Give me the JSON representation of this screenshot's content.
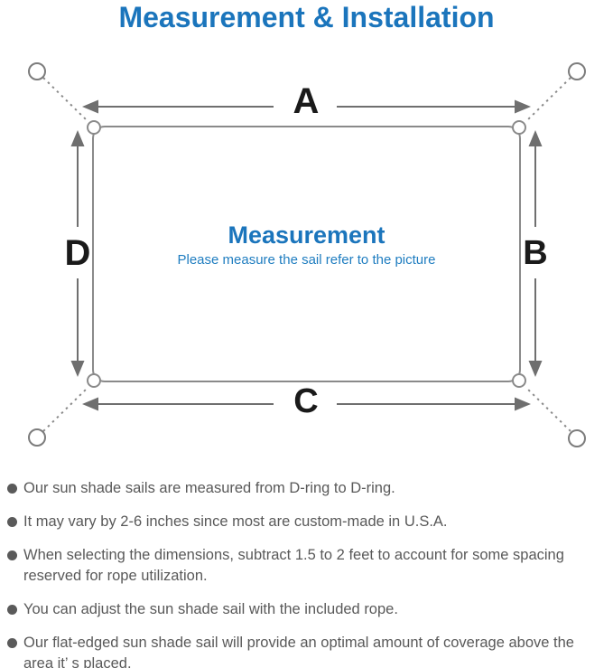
{
  "title": "Measurement & Installation",
  "diagram": {
    "label_top": "A",
    "label_right": "B",
    "label_bottom": "C",
    "label_left": "D",
    "center_title": "Measurement",
    "center_subtitle": "Please measure the sail refer to the picture"
  },
  "colors": {
    "accent_blue": "#1b75bc",
    "subtitle_blue": "#1f7dc0",
    "outline_gray": "#8a8a8a",
    "arrow_gray": "#6f6f6f",
    "body_text_gray": "#595959",
    "dim_label_black": "#1a1a1a"
  },
  "notes": [
    "Our sun shade sails are measured from D-ring to D-ring.",
    "It may vary by 2-6 inches since most are custom-made in U.S.A.",
    "When selecting the dimensions, subtract 1.5 to 2 feet to account for some spacing reserved for rope utilization.",
    "You can adjust the sun shade sail with the included rope.",
    "Our flat-edged sun shade sail will provide an optimal amount of coverage above the area it’ s placed."
  ]
}
